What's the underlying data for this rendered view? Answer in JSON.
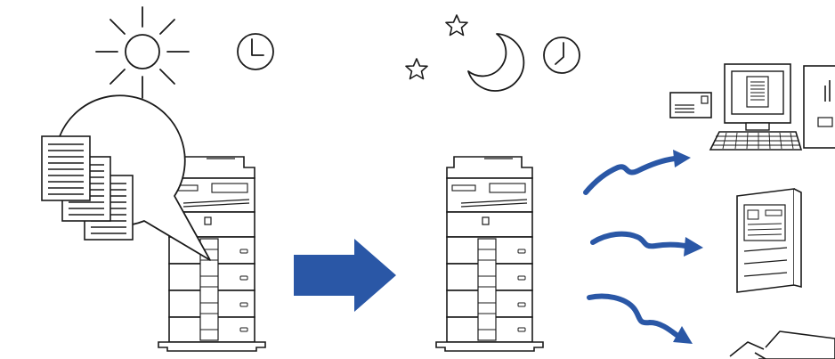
{
  "diagram": {
    "stages": [
      {
        "id": "day",
        "icons": [
          "sun-icon",
          "clock-icon",
          "documents-icon",
          "speech-bubble-icon",
          "multifunction-printer-icon"
        ]
      },
      {
        "id": "night",
        "icons": [
          "star-icon",
          "moon-icon",
          "clock-icon",
          "multifunction-printer-icon"
        ]
      },
      {
        "id": "destinations",
        "icons": [
          "email-envelope-icon",
          "desktop-computer-icon",
          "server-tower-icon",
          "fax-machine-icon"
        ]
      }
    ],
    "colors": {
      "arrow_blue": "#2a57a6",
      "line": "#1a1a1a",
      "background": "#ffffff"
    },
    "flow": {
      "main_arrow": "right-arrow-icon",
      "transmission_arrows": [
        "curved-arrow-up-icon",
        "wavy-arrow-right-icon",
        "curved-arrow-down-icon"
      ]
    }
  }
}
